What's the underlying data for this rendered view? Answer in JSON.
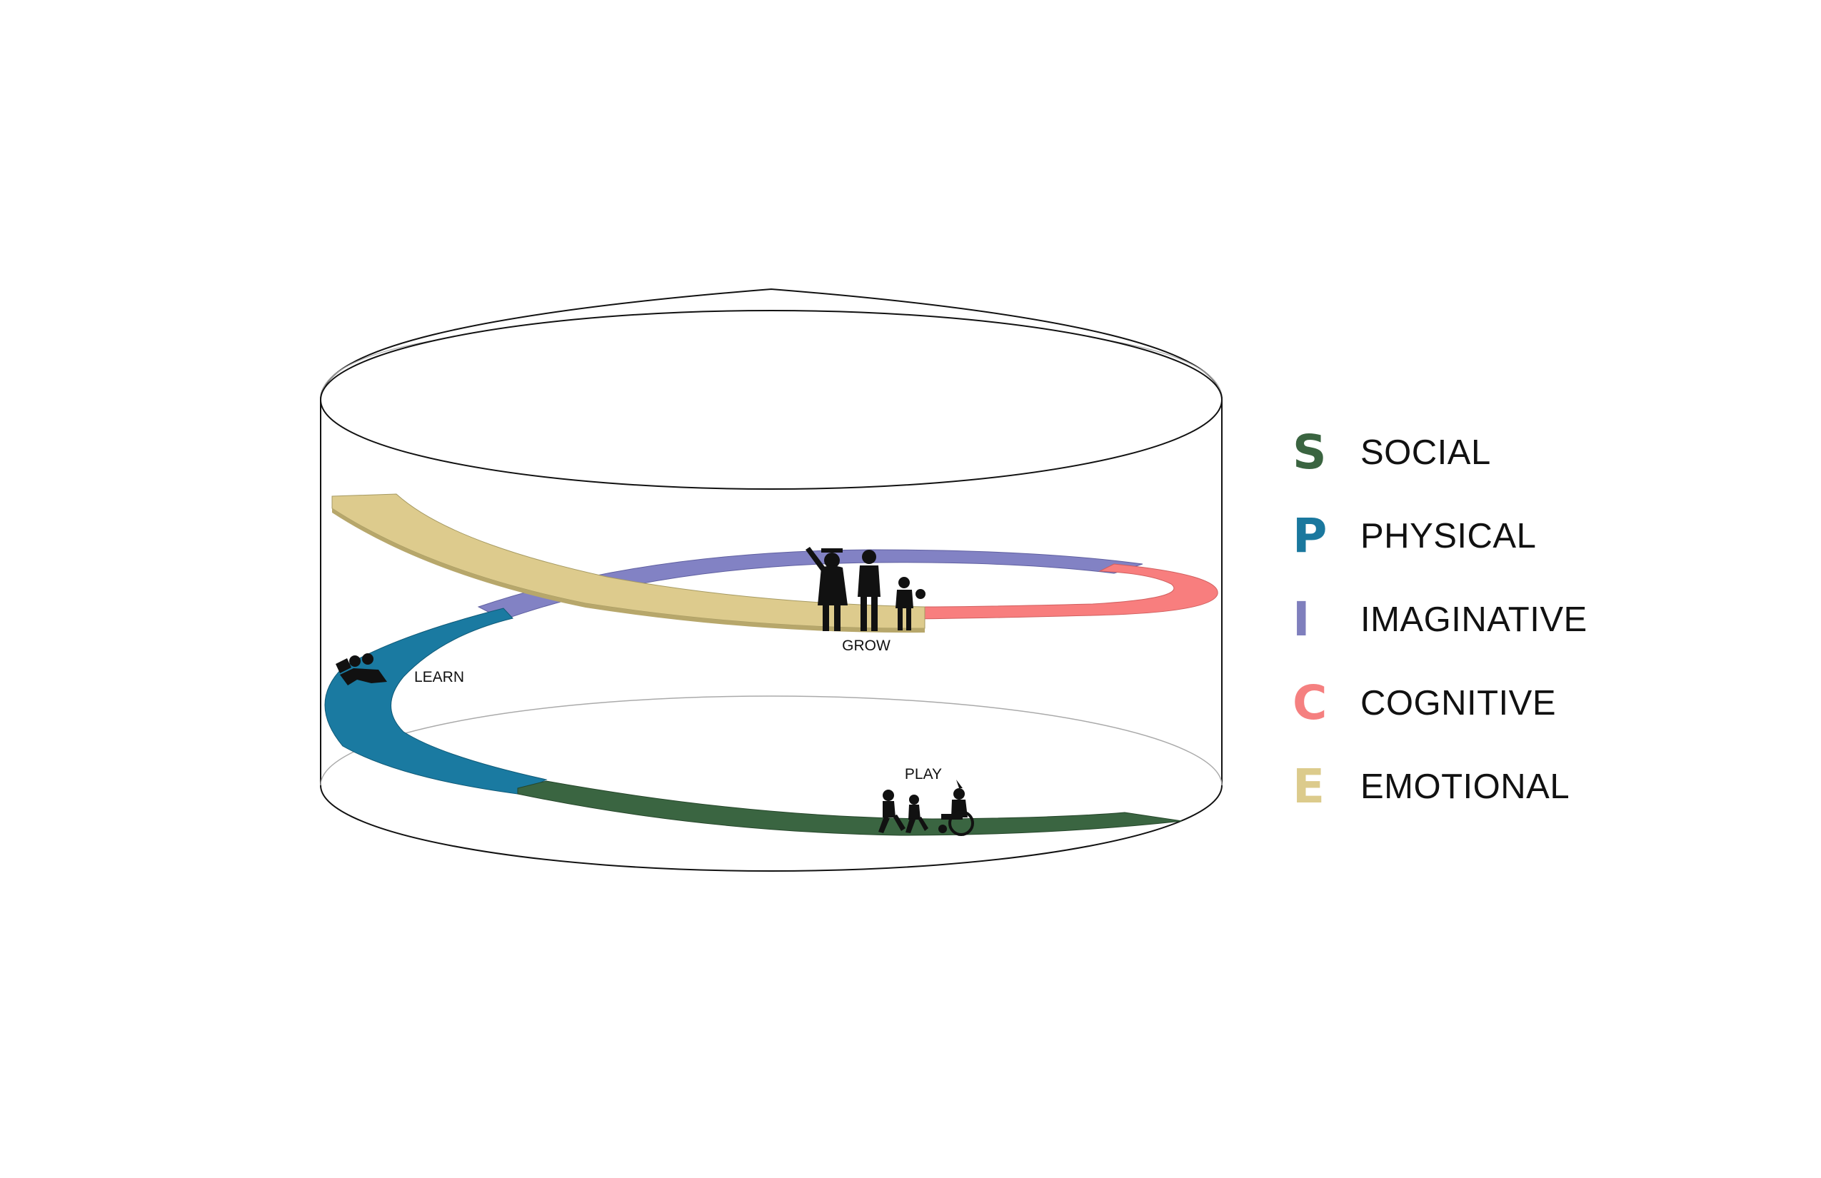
{
  "stages": {
    "grow": "GROW",
    "learn": "LEARN",
    "play": "PLAY"
  },
  "legend": [
    {
      "letter": "S",
      "word": "SOCIAL",
      "color": "#3a6440"
    },
    {
      "letter": "P",
      "word": "PHYSICAL",
      "color": "#1a789e"
    },
    {
      "letter": "I",
      "word": "IMAGINATIVE",
      "color": "#7f7fbd"
    },
    {
      "letter": "C",
      "word": "COGNITIVE",
      "color": "#f58080"
    },
    {
      "letter": "E",
      "word": "EMOTIONAL",
      "color": "#dccb8c"
    }
  ]
}
